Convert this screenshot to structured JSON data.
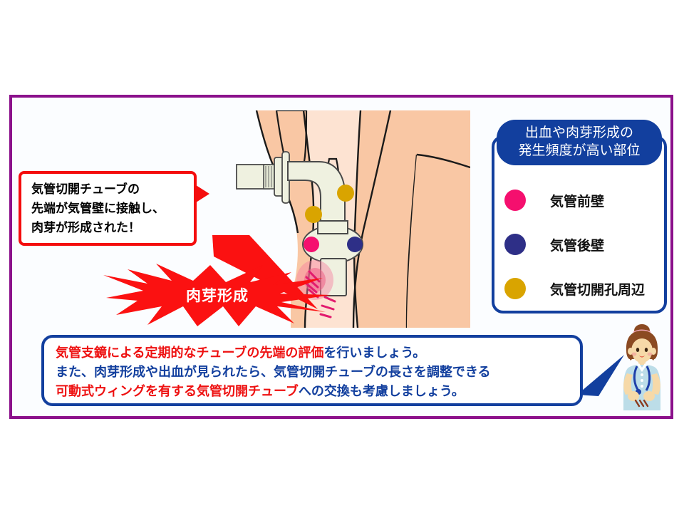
{
  "frame": {
    "border_color": "#8B108B",
    "background": "#fbfdff"
  },
  "legend": {
    "title_line1": "出血や肉芽形成の",
    "title_line2": "発生頻度が高い部位",
    "title_bg": "#123F9E",
    "border_color": "#123F9E",
    "items": [
      {
        "color": "#F50F6E",
        "label": "気管前壁"
      },
      {
        "color": "#2E2F87",
        "label": "気管後壁"
      },
      {
        "color": "#D9A400",
        "label": "気管切開孔周辺"
      }
    ]
  },
  "red_callout": {
    "border_color": "#F40D0D",
    "line1": "気管切開チューブの",
    "line2": "先端が気管壁に接触し、",
    "line3": "肉芽が形成された！"
  },
  "starburst": {
    "label": "肉芽形成",
    "fill": "#FB1111",
    "text_color": "#FFFFFF"
  },
  "advice": {
    "border_color": "#123F9E",
    "line1_red": "気管支鏡による定期的なチューブの先端の評価",
    "line1_blue": "を行いましょう。",
    "line2_blue": "また、肉芽形成や出血が見られたら、気管切開チューブの長さを調整できる",
    "line3_red": "可動式ウィングを有する気管切開チューブ",
    "line3_blue": "への交換も考慮しましょう。"
  },
  "anatomy": {
    "skin_color": "#F9C7A4",
    "skin_light": "#FDE3D2",
    "outline_color": "#1A1A1A",
    "tube_color": "#EFF1E0",
    "markers": [
      {
        "name": "stoma-marker-upper",
        "color": "#D9A400"
      },
      {
        "name": "stoma-marker-lower",
        "color": "#D9A400"
      },
      {
        "name": "anterior-wall-marker",
        "color": "#F50F6E"
      },
      {
        "name": "posterior-wall-marker",
        "color": "#2E2F87"
      }
    ],
    "granulation_color": "#E21B6E"
  },
  "nurse": {
    "hair_color": "#8B4A22",
    "skin_color": "#F6D9A8",
    "uniform_color": "#BCDDE8",
    "stethoscope_color": "#1F3FA8"
  }
}
